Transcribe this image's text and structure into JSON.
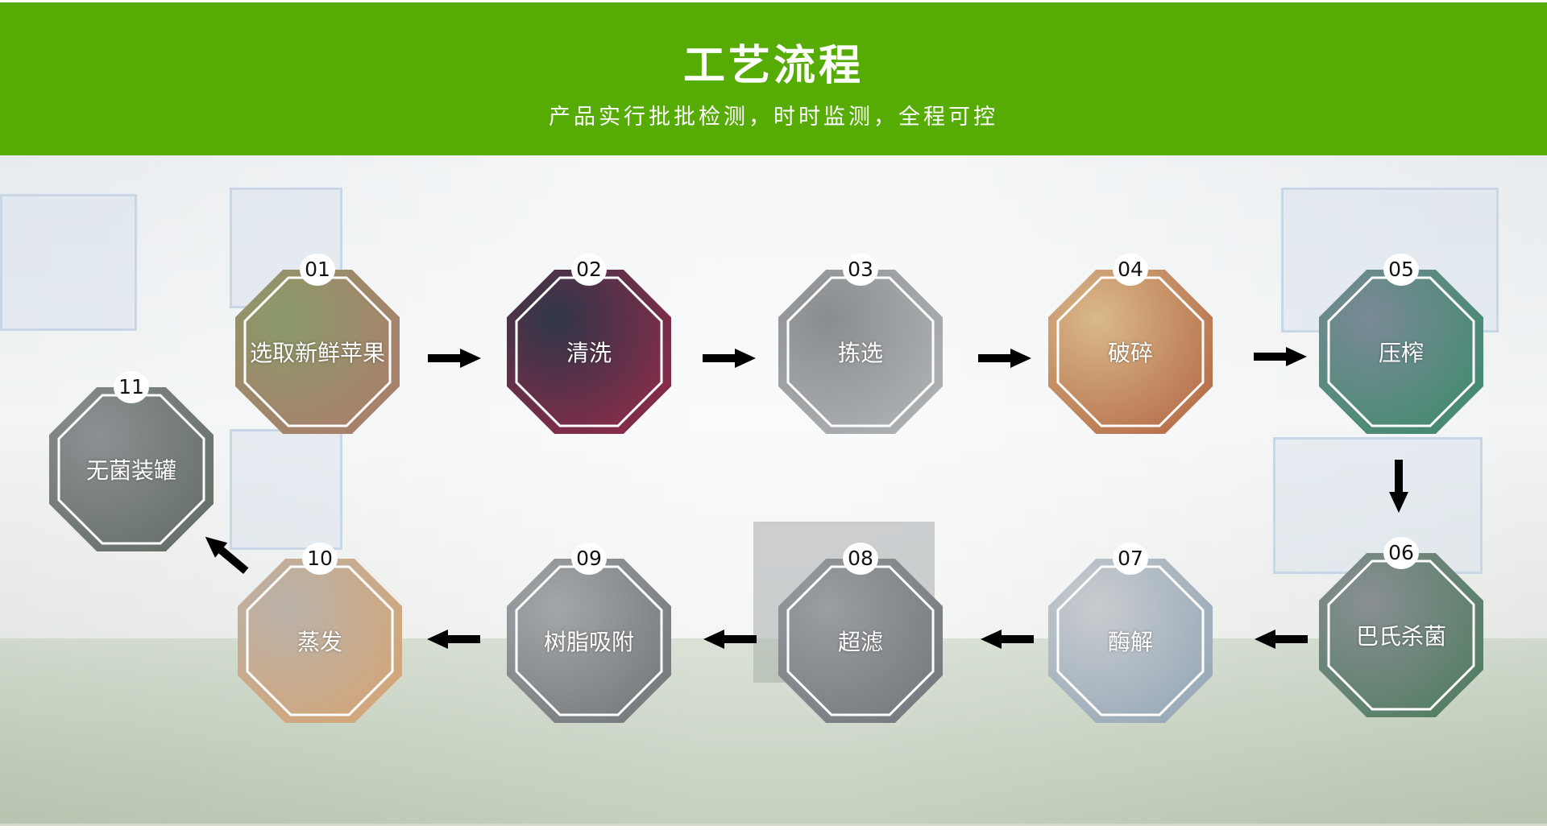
{
  "header": {
    "title": "工艺流程",
    "subtitle": "产品实行批批检测，时时监测，全程可控"
  },
  "steps": [
    {
      "num": "01",
      "label": "选取新鲜苹果",
      "color1": "#8a9a6a",
      "color2": "#b07a6c"
    },
    {
      "num": "02",
      "label": "清洗",
      "color1": "#2f3648",
      "color2": "#9b2a4a"
    },
    {
      "num": "03",
      "label": "拣选",
      "color1": "#8a8d90",
      "color2": "#b5b8ba"
    },
    {
      "num": "04",
      "label": "破碎",
      "color1": "#d9b98a",
      "color2": "#b0623f"
    },
    {
      "num": "05",
      "label": "压榨",
      "color1": "#7a8a96",
      "color2": "#3a8a6a"
    },
    {
      "num": "06",
      "label": "巴氏杀菌",
      "color1": "#8a8f94",
      "color2": "#4a7a5a"
    },
    {
      "num": "07",
      "label": "酶解",
      "color1": "#c9ccd0",
      "color2": "#8fa3b2"
    },
    {
      "num": "08",
      "label": "超滤",
      "color1": "#9a9ea2",
      "color2": "#6f7478"
    },
    {
      "num": "09",
      "label": "树脂吸附",
      "color1": "#a3a7aa",
      "color2": "#6e7275"
    },
    {
      "num": "10",
      "label": "蒸发",
      "color1": "#b9b2aa",
      "color2": "#d8a470"
    },
    {
      "num": "11",
      "label": "无菌装罐",
      "color1": "#8c9094",
      "color2": "#5f6a60"
    }
  ]
}
